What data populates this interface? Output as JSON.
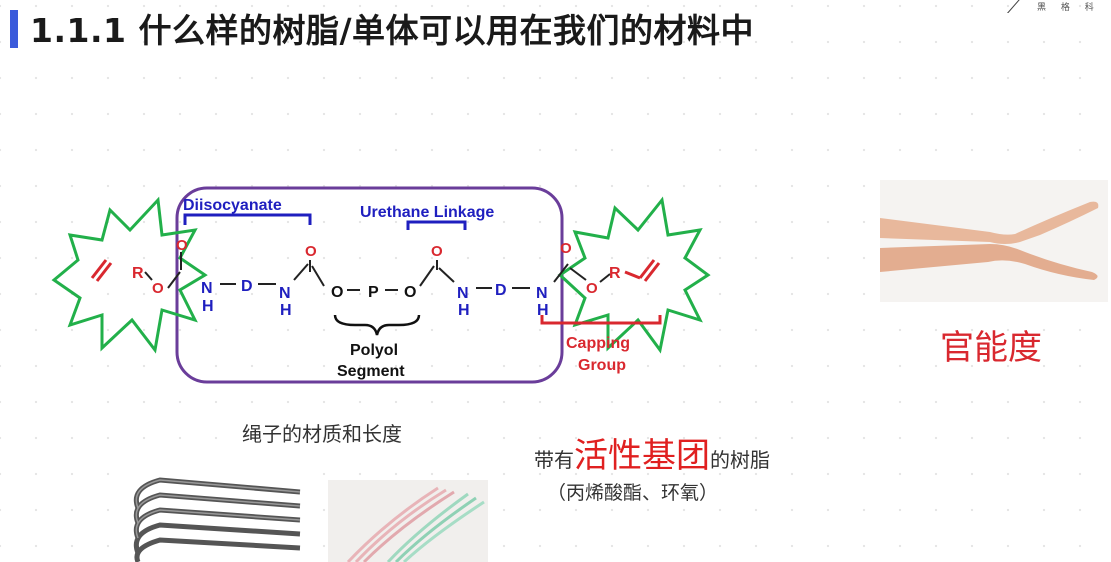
{
  "header": {
    "title": "1.1.1 什么样的树脂/单体可以用在我们的材料中",
    "logo_text": "黑 格 科"
  },
  "diagram": {
    "diisocyanate": "Diisocyanate",
    "urethane_linkage": "Urethane Linkage",
    "polyol_line1": "Polyol",
    "polyol_line2": "Segment",
    "capping_line1": "Capping",
    "capping_line2": "Group",
    "atoms": {
      "R": "R",
      "O": "O",
      "N": "N",
      "H": "H",
      "D": "D",
      "P": "P"
    }
  },
  "labels": {
    "functionality": "官能度",
    "rope_caption": "绳子的材质和长度",
    "resin_prefix": "带有",
    "resin_highlight": "活性基团",
    "resin_suffix": "的树脂",
    "resin_sub": "（丙烯酸酯、环氧）"
  },
  "colors": {
    "accent": "#3b5bdb",
    "red": "#d9282f",
    "blue": "#1f1fbf",
    "purple": "#6a3d9a",
    "green": "#22b04a"
  }
}
